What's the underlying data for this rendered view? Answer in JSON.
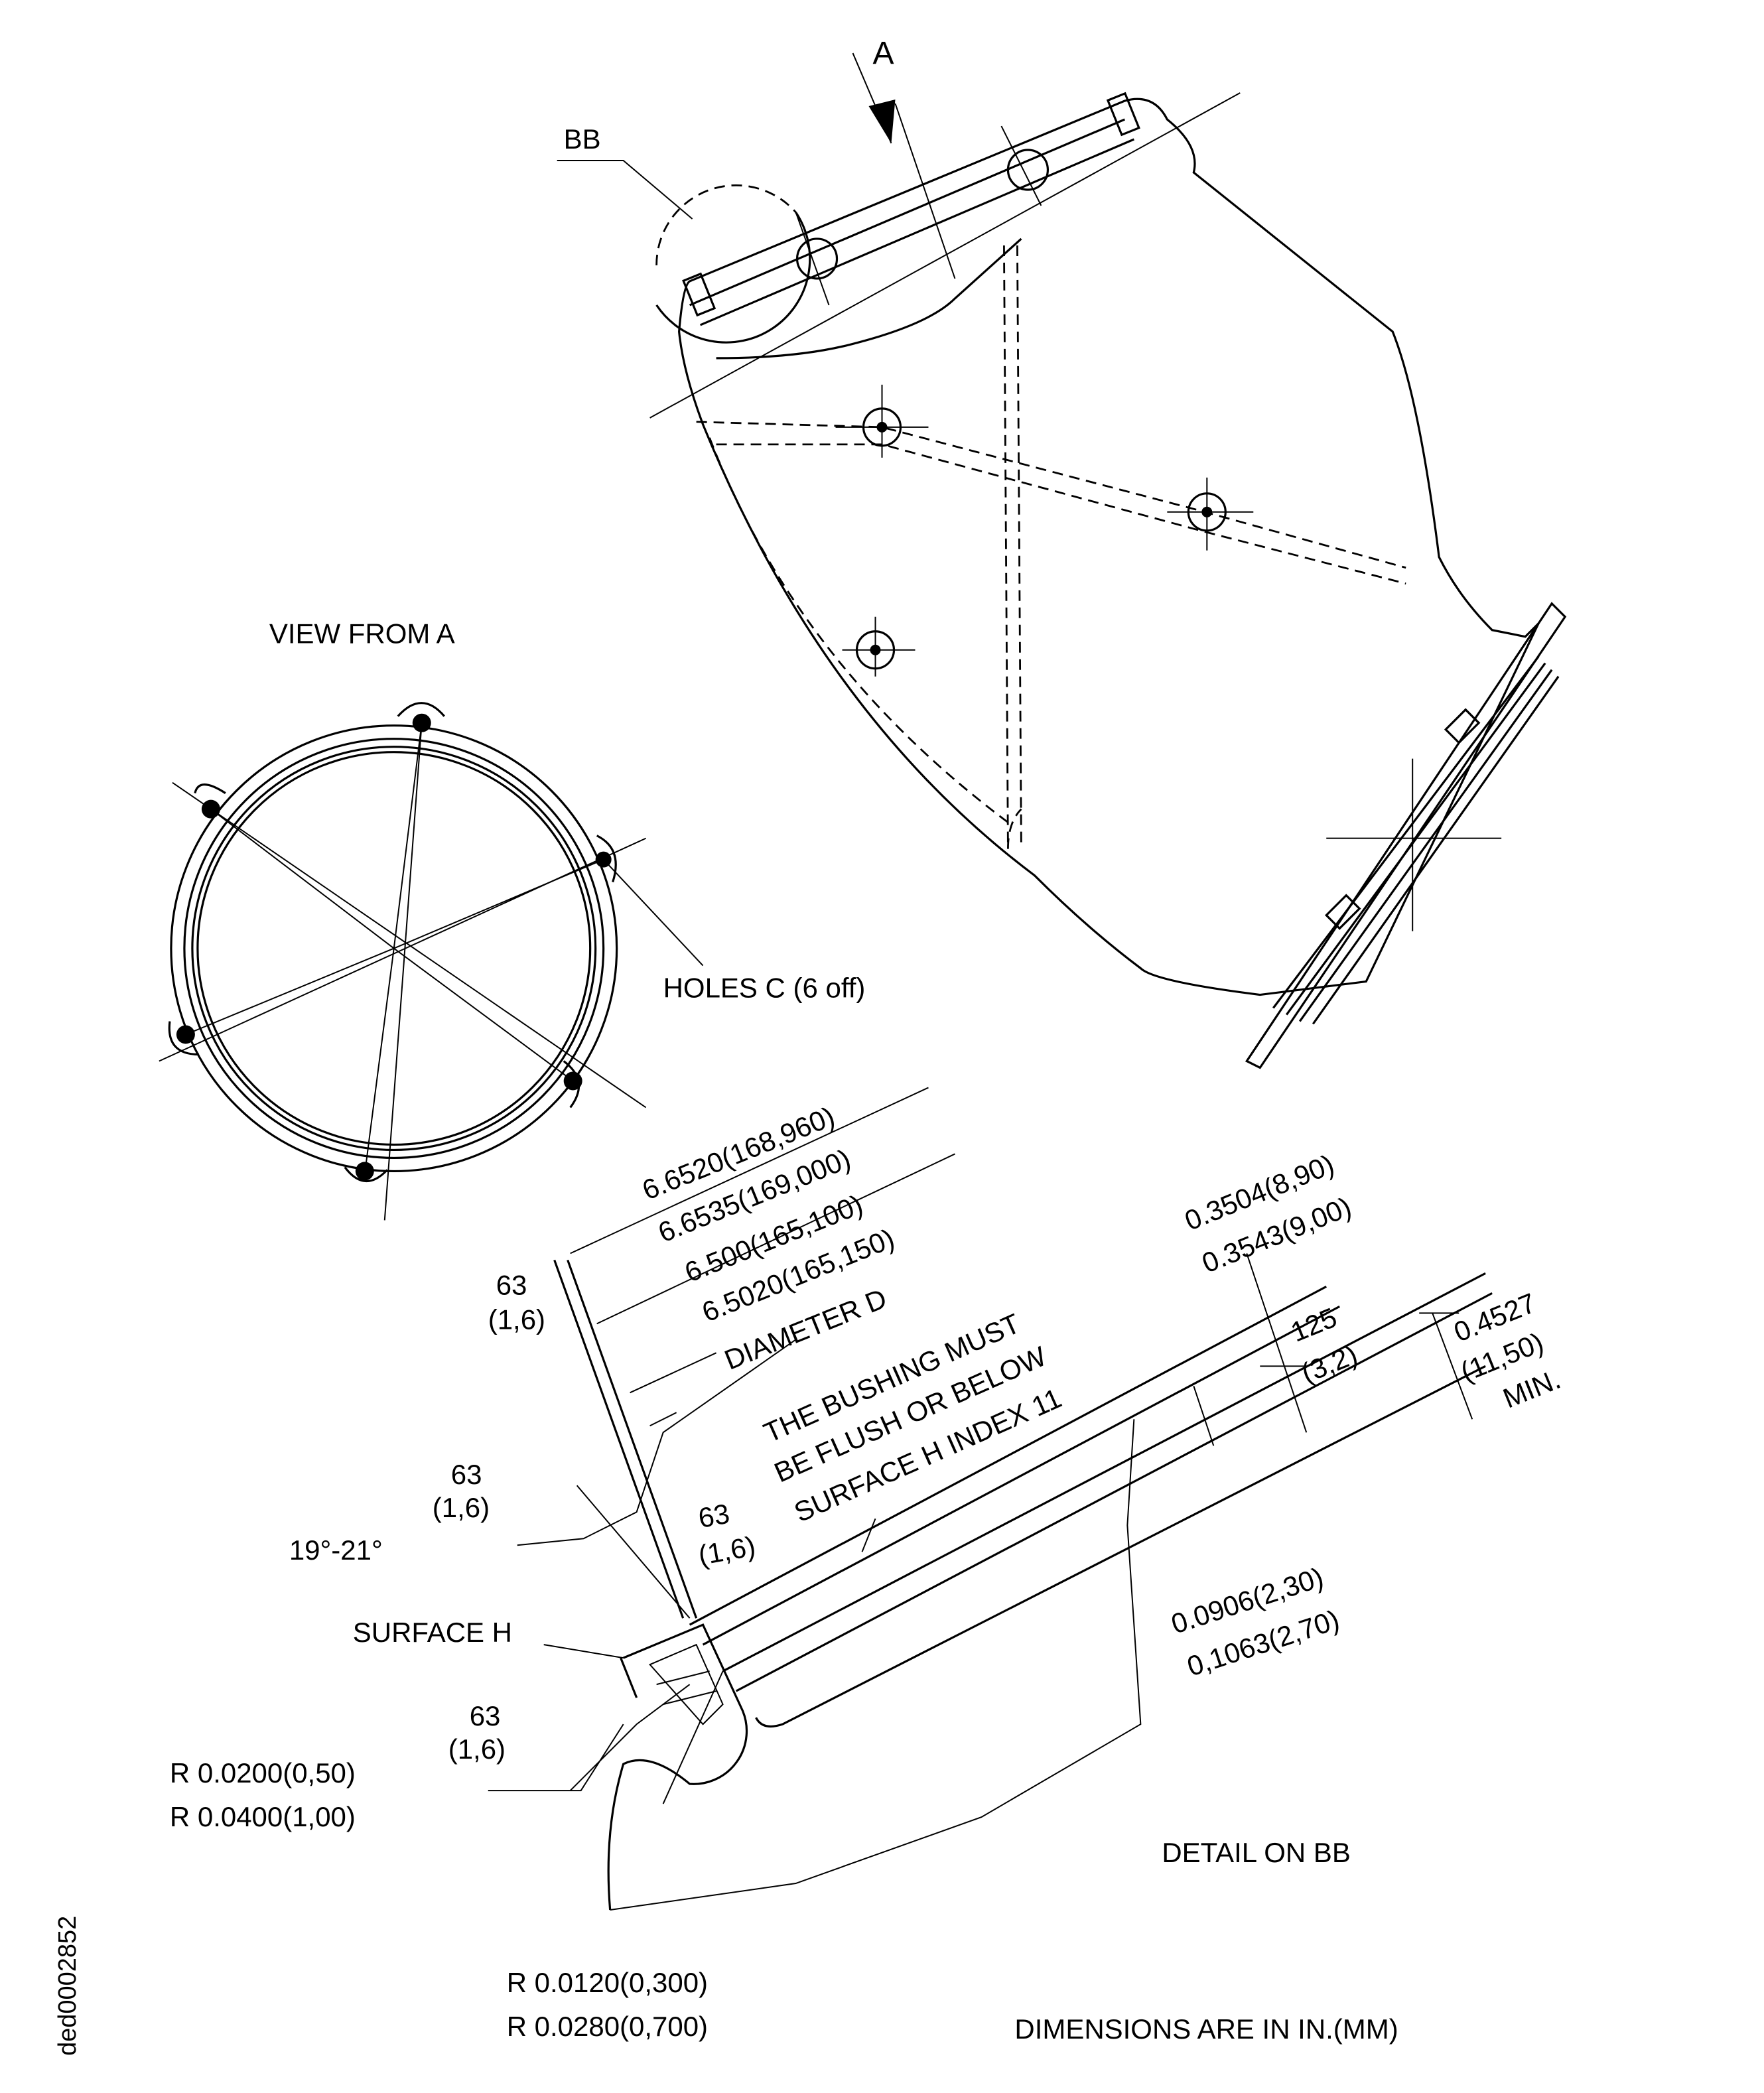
{
  "view_marker": "A",
  "detail_marker": "BB",
  "view_from_a": {
    "title": "VIEW FROM A",
    "holes_label": "HOLES C (6 off)"
  },
  "detail": {
    "title": "DETAIL ON BB",
    "diameter_dims": [
      "6.6520(168,960)",
      "6.6535(169,000)",
      "6.500(165,100)",
      "6.5020(165,150)"
    ],
    "diameter_label": "DIAMETER D",
    "note_lines": [
      "THE BUSHING MUST",
      "BE FLUSH OR BELOW",
      "SURFACE H INDEX 11"
    ],
    "depth_dims": [
      "0.3504(8,90)",
      "0.3543(9,00)"
    ],
    "roughness_125": [
      "125",
      "(3,2)"
    ],
    "min_dim": [
      "0.4527",
      "(11,50)",
      "MIN."
    ],
    "roughness_63_top": [
      "63",
      "(1,6)"
    ],
    "roughness_63_angle": [
      "63",
      "(1,6)"
    ],
    "angle": "19°-21°",
    "roughness_63_inner": [
      "63",
      "(1,6)"
    ],
    "surface_label": "SURFACE H",
    "roughness_63_lower": [
      "63",
      "(1,6)"
    ],
    "radius_outer": [
      "R 0.0200(0,50)",
      "R 0.0400(1,00)"
    ],
    "groove_dims": [
      "0.0906(2,30)",
      "0,1063(2,70)"
    ],
    "radius_inner": [
      "R 0.0120(0,300)",
      "R 0.0280(0,700)"
    ]
  },
  "footer_note": "DIMENSIONS ARE IN IN.(MM)",
  "drawing_id": "ded0002852"
}
